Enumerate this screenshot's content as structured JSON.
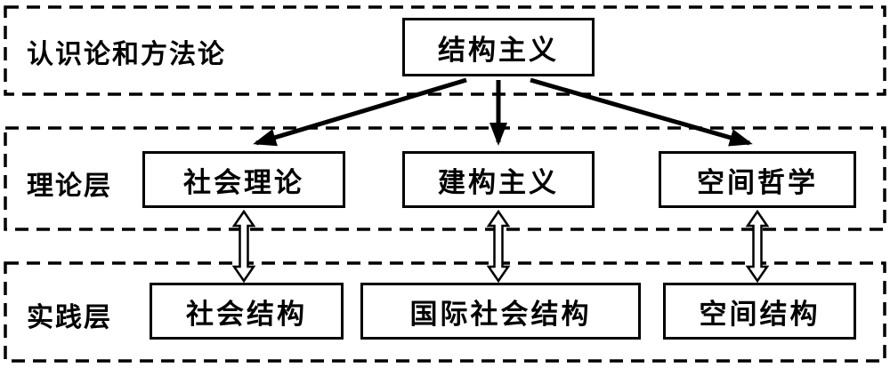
{
  "diagram": {
    "layers": [
      {
        "id": "epistemology",
        "label": "认识论和方法论"
      },
      {
        "id": "theory",
        "label": "理论层"
      },
      {
        "id": "practice",
        "label": "实践层"
      }
    ],
    "nodes": {
      "structuralism": {
        "label": "结构主义"
      },
      "social_theory": {
        "label": "社会理论"
      },
      "constructivism": {
        "label": "建构主义"
      },
      "spatial_philosophy": {
        "label": "空间哲学"
      },
      "social_structure": {
        "label": "社会结构"
      },
      "international_social_structure": {
        "label": "国际社会结构"
      },
      "spatial_structure": {
        "label": "空间结构"
      }
    },
    "edges": [
      {
        "from": "结构主义",
        "to": "社会理论",
        "style": "solid-arrow"
      },
      {
        "from": "结构主义",
        "to": "建构主义",
        "style": "solid-arrow"
      },
      {
        "from": "结构主义",
        "to": "空间哲学",
        "style": "solid-arrow"
      },
      {
        "from": "社会理论",
        "to": "社会结构",
        "style": "hollow-double-arrow"
      },
      {
        "from": "建构主义",
        "to": "国际社会结构",
        "style": "hollow-double-arrow"
      },
      {
        "from": "空间哲学",
        "to": "空间结构",
        "style": "hollow-double-arrow"
      }
    ],
    "colors": {
      "line": "#000000",
      "background": "#ffffff"
    }
  }
}
